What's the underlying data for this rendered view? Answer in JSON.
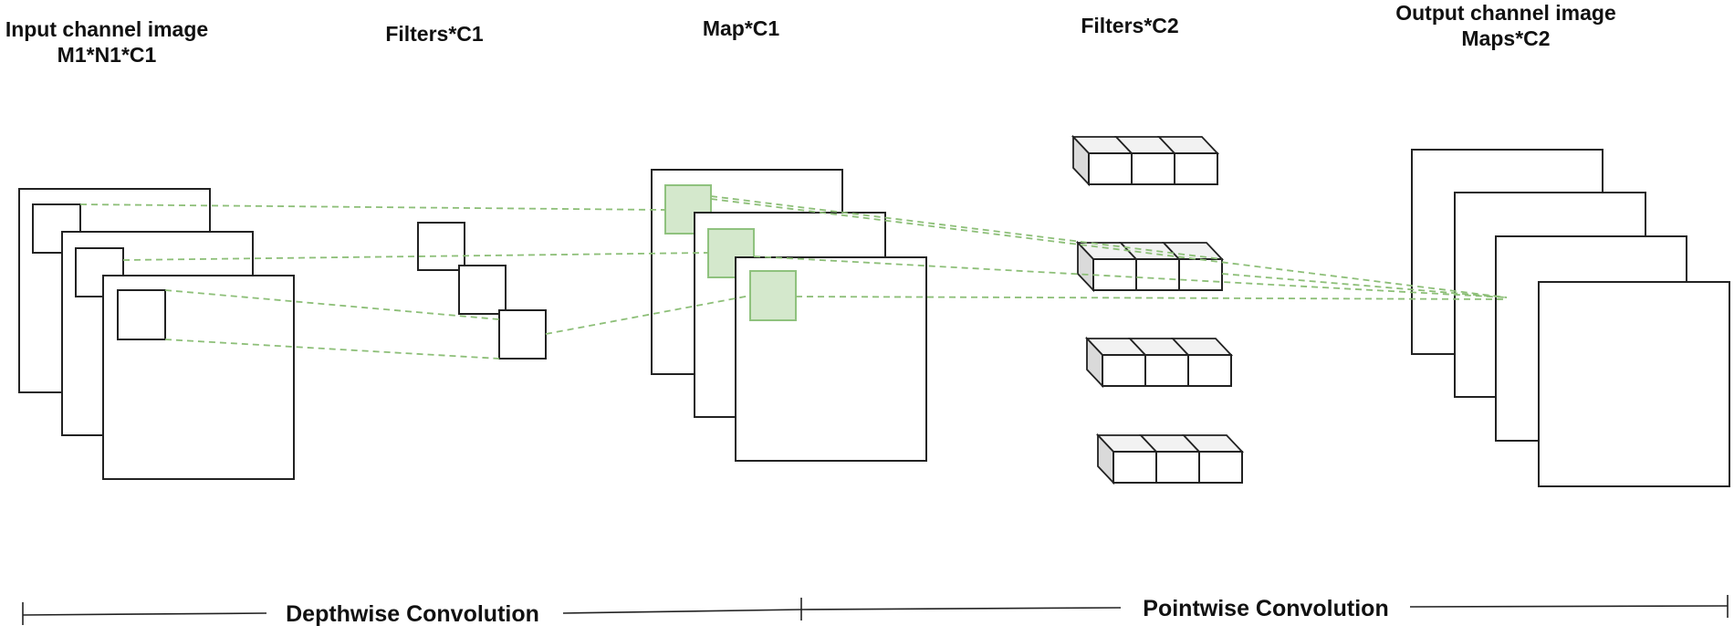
{
  "labels": {
    "input_line1": "Input channel image",
    "input_line2": "M1*N1*C1",
    "filters_c1": "Filters*C1",
    "map_c1": "Map*C1",
    "filters_c2": "Filters*C2",
    "output_line1": "Output channel image",
    "output_line2": "Maps*C2"
  },
  "sections": {
    "depthwise": "Depthwise Convolution",
    "pointwise": "Pointwise Convolution"
  },
  "colors": {
    "highlight_fill": "#d4e8cc",
    "highlight_stroke": "#8fc27e",
    "connector": "#8dbf78",
    "outline": "#222222"
  }
}
